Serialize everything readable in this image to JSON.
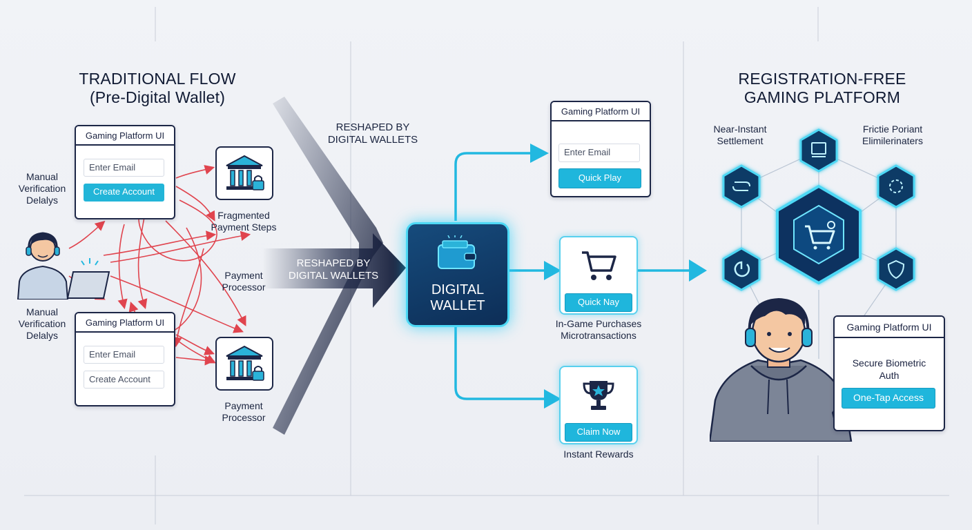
{
  "left": {
    "title_line1": "TRADITIONAL FLOW",
    "title_line2": "(Pre-Digital Wallet)",
    "card_top": {
      "header": "Gaming Platform UI",
      "field": "Enter Email",
      "button": "Create Account"
    },
    "card_bottom": {
      "header": "Gaming Platform UI",
      "field1": "Enter Email",
      "field2": "Create Account"
    },
    "label_manual_top": [
      "Manual",
      "Verification",
      "Delalys"
    ],
    "label_manual_bottom": [
      "Manual",
      "Verification",
      "Delalys"
    ],
    "label_fragmented": [
      "Fragmented",
      "Payment Steps"
    ],
    "label_processor_mid": [
      "Payment",
      "Processor"
    ],
    "label_processor_bottom": [
      "Payment",
      "Processor"
    ]
  },
  "middle": {
    "reshaped_top": [
      "RESHAPED BY",
      "DIGITAL WALLETS"
    ],
    "reshaped_arrow": [
      "RESHAPED BY",
      "DIGITAL WALLETS"
    ],
    "wallet_label": [
      "DIGITAL",
      "WALLET"
    ],
    "quickplay_card": {
      "header": "Gaming Platform UI",
      "field": "Enter Email",
      "button": "Quick Play"
    },
    "purchase_card": {
      "button": "Quick Nay"
    },
    "purchase_label": [
      "In-Game Purchases",
      "Microtransactions"
    ],
    "reward_card": {
      "button": "Claim Now"
    },
    "reward_label": "Instant Rewards"
  },
  "right": {
    "title_line1": "REGISTRATION-FREE",
    "title_line2": "GAMING PLATFORM",
    "label_settlement": [
      "Near-Instant",
      "Settlement"
    ],
    "label_friction": [
      "Frictie Poriant",
      "Elimilerinaters"
    ],
    "card": {
      "header": "Gaming Platform UI",
      "text": [
        "Secure Biometric",
        "Auth"
      ],
      "button": "One-Tap Access"
    }
  },
  "colors": {
    "navy": "#1c2646",
    "cyan": "#22b5d8",
    "red": "#e0444e",
    "hex_dark": "#0f3a66"
  },
  "icons": [
    "bank-lock-icon",
    "wallet-icon",
    "shopping-cart-icon",
    "trophy-icon",
    "monitor-icon",
    "link-icon",
    "scan-icon",
    "refresh-icon",
    "shield-icon"
  ]
}
